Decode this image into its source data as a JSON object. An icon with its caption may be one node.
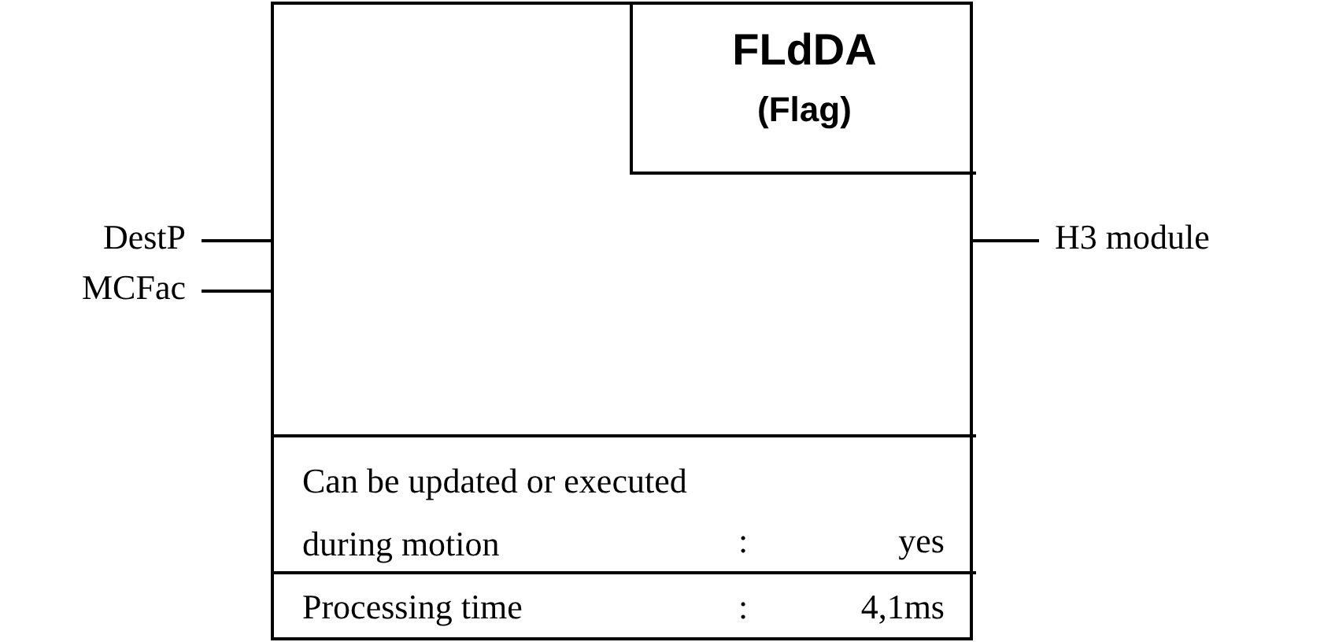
{
  "diagram": {
    "nodes": [
      {
        "text": [],
        "shape": "box"
      },
      {
        "text": [
          "FLdDA",
          "(Flag)"
        ],
        "in": 0
      },
      {
        "text": [
          "Can be updated or executed during motion",
          ":",
          "yes"
        ],
        "in": 0
      },
      {
        "text": [
          "Processing time",
          ":",
          "4,1ms"
        ],
        "in": 0
      },
      {
        "text": [
          "DestP"
        ]
      },
      {
        "text": [
          "MCFac"
        ]
      },
      {
        "text": [
          "H3 module"
        ]
      }
    ],
    "edges": [
      {
        "from": 4,
        "to": 0,
        "arrow": "none"
      },
      {
        "from": 5,
        "to": 0,
        "arrow": "none"
      },
      {
        "from": 0,
        "to": 6,
        "arrow": "none"
      }
    ]
  }
}
